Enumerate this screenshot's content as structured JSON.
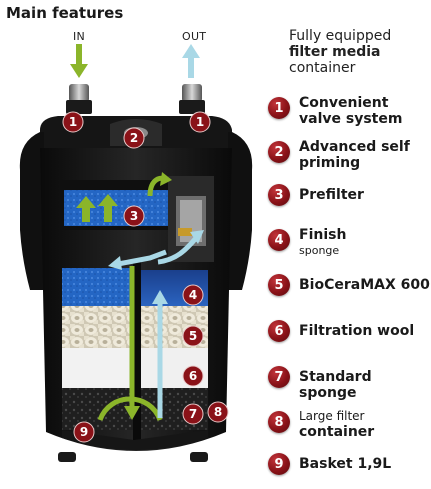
{
  "heading": "Main features",
  "flow": {
    "in": "IN",
    "out": "OUT"
  },
  "intro": {
    "line1": "Fully equipped",
    "line2": "filter media",
    "line3": "container"
  },
  "features": [
    {
      "num": "1",
      "line1": "Convenient",
      "line2": "valve system"
    },
    {
      "num": "2",
      "line1": "Advanced self",
      "line2": "priming"
    },
    {
      "num": "3",
      "line1": "Prefilter",
      "line2": ""
    },
    {
      "num": "4",
      "line1": "Finish",
      "line2": "sponge"
    },
    {
      "num": "5",
      "line1": "BioCeraMAX 600",
      "line2": ""
    },
    {
      "num": "6",
      "line1": "Filtration wool",
      "line2": ""
    },
    {
      "num": "7",
      "line1": "Standard sponge",
      "line2": ""
    },
    {
      "num": "8",
      "line1": "Large filter",
      "line2": "container"
    },
    {
      "num": "9",
      "line1": "Basket 1,9L",
      "line2": ""
    }
  ],
  "callouts": [
    "1",
    "1",
    "2",
    "3",
    "4",
    "5",
    "6",
    "7",
    "8",
    "9"
  ],
  "colors": {
    "badge": "#8a1218",
    "in_arrow": "#8bb52a",
    "out_arrow": "#a9d8e6",
    "prefilter": "#1e6fc8",
    "finish": "#1d4fa0",
    "ceramic": "#e9e4d6",
    "wool": "#f2f2f2",
    "sponge": "#2a2a2a",
    "body": "#111111"
  }
}
